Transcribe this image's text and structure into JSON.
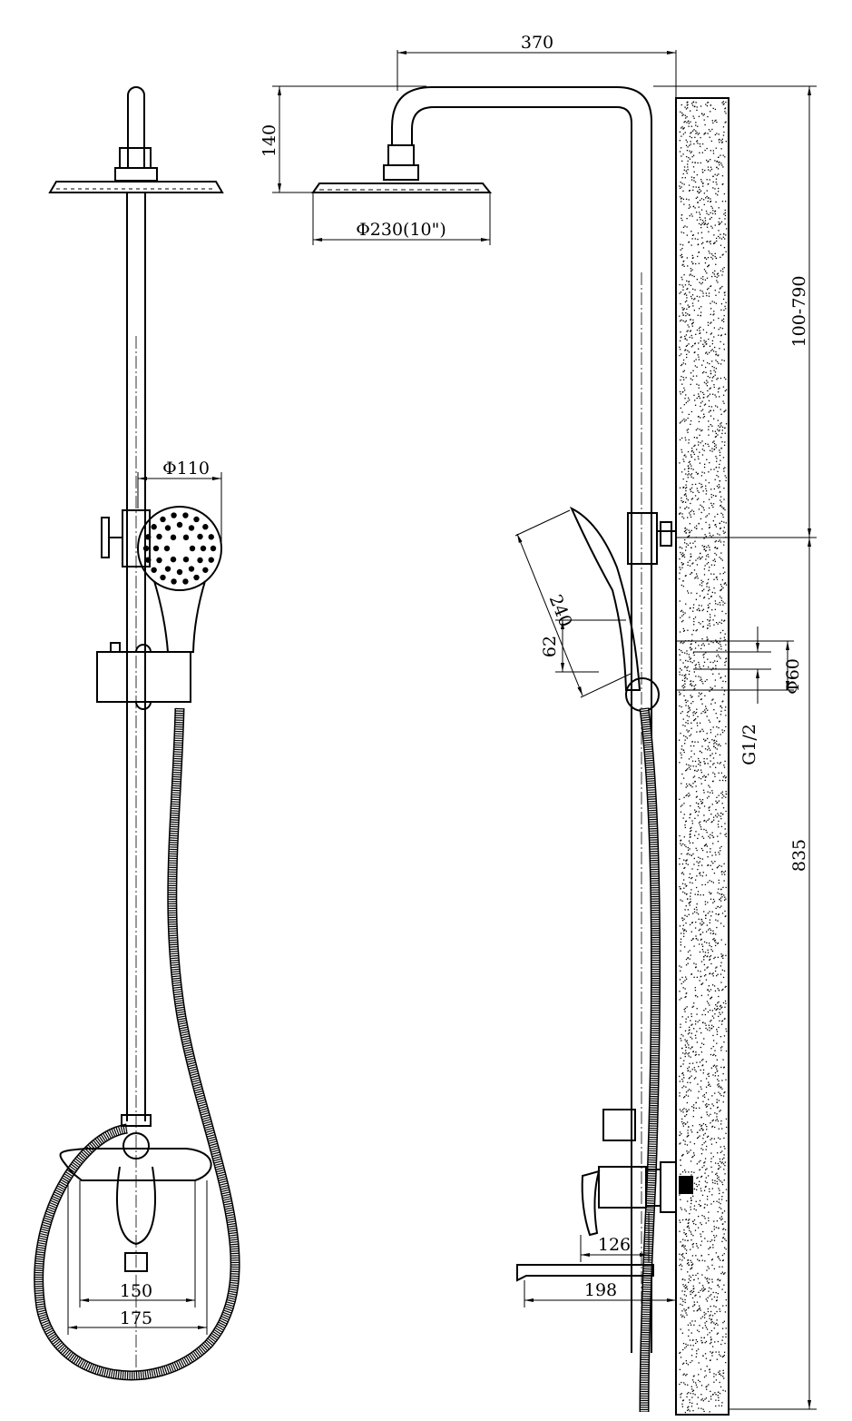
{
  "drawing": {
    "front_view": {
      "hand_shower_diameter": "Φ110",
      "mixer_inner_width": "150",
      "mixer_outer_width": "175"
    },
    "side_view": {
      "arm_reach": "370",
      "head_height": "140",
      "head_diameter": "Φ230(10\")",
      "height_adjust": "100-790",
      "hand_shower_length": "240",
      "bracket_height": "835",
      "diverter_offset": "62",
      "flange_diameter": "Φ60",
      "thread": "G1/2",
      "mixer_depth": "126",
      "spout_reach": "198"
    }
  }
}
